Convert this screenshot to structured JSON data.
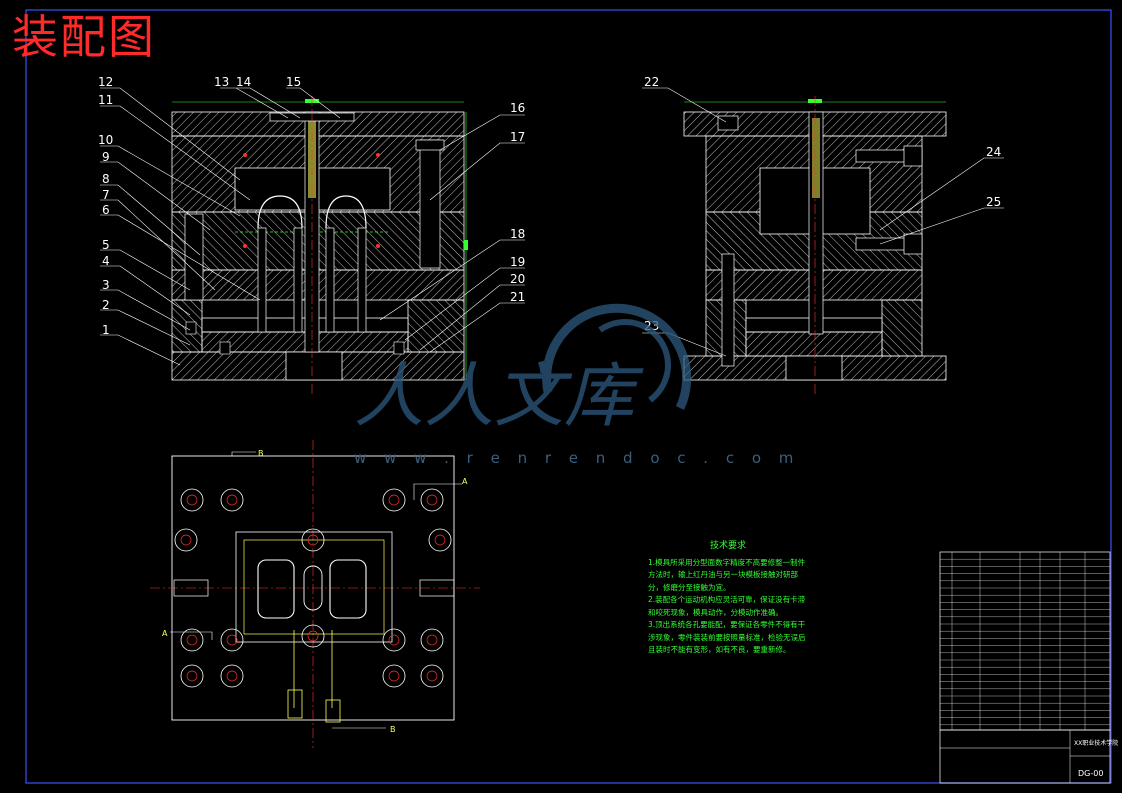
{
  "drawing": {
    "title": "装配图",
    "watermark_text": "w w w . r e n r e n d o c . c o m",
    "watermark_logo_chars": "人人文库"
  },
  "part_numbers": {
    "front": [
      "1",
      "2",
      "3",
      "4",
      "5",
      "6",
      "7",
      "8",
      "9",
      "10",
      "11",
      "12",
      "13",
      "14",
      "15",
      "16",
      "17",
      "18",
      "19",
      "20",
      "21"
    ],
    "side": [
      "22",
      "23",
      "24",
      "25"
    ]
  },
  "section_labels": {
    "a": "A",
    "b": "B"
  },
  "tech_requirements": {
    "heading": "技术要求",
    "items": [
      "1.模具所采用分型面数字精度不高要修整一制件方法时，输上红丹油与另一块模板接触对研部分，修磨分至接触为宜。",
      "2.装配各个运动机构应灵活可靠，保证没有卡滞和咬死现象，模具动作，分模动作准确。",
      "3.顶出系统各孔要能配，要保证各零件不得有干涉现象，零件装装前要按照量标准，检验无误后且装时不能有变形，如有不良，要重新修。"
    ]
  },
  "title_block": {
    "school": "XX职业技术学院",
    "drawing_no": "DG-00"
  },
  "colors": {
    "background": "#000000",
    "outline": "#ffffff",
    "hatch": "#c8c8c8",
    "frame": "#3a4fff",
    "center_line": "#ff3030",
    "title": "#ff2a2a",
    "tech_text": "#33ff33",
    "leader": "#ffffff",
    "watermark": "#2e5a7f",
    "detail": "#ffff55"
  }
}
